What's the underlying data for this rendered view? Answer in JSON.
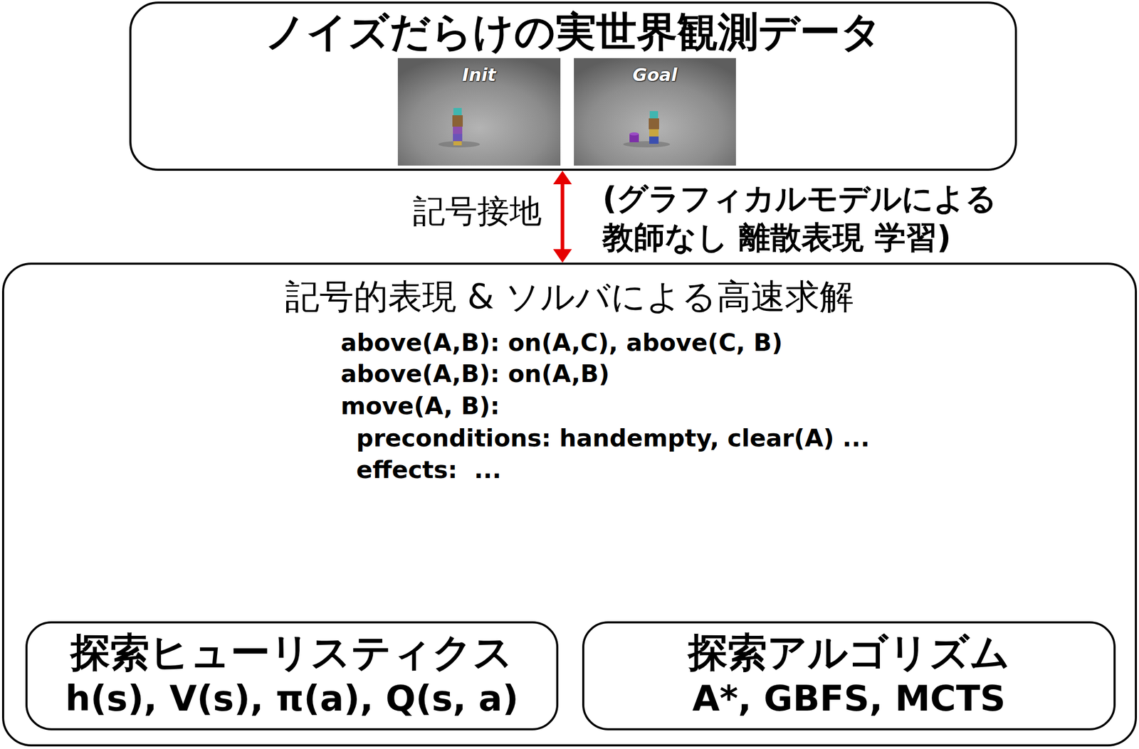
{
  "diagram": {
    "nodes": [
      {
        "text": [
          "ノイズだらけの実世界観測データ"
        ]
      },
      {
        "text": [
          "記号的表現 & ソルバによる高速求解",
          "above(A,B): on(A,C), above(C, B)",
          "above(A,B): on(A,B)",
          "move(A, B):",
          "preconditions: handempty, clear(A) ...",
          "effects:  ..."
        ]
      },
      {
        "text": [
          "探索ヒューリスティクス",
          "h(s), V(s), π(a), Q(s, a)"
        ],
        "in": 1
      },
      {
        "text": [
          "探索アルゴリズム",
          "A*, GBFS, MCTS"
        ],
        "in": 1
      }
    ],
    "edges": [
      {
        "from": 0,
        "to": 1,
        "arrow": "both",
        "label": "記号接地"
      }
    ],
    "labels": [
      "Init",
      "Goal",
      "(グラフィカルモデルによる 教師なし 離散表現 学習)"
    ]
  }
}
